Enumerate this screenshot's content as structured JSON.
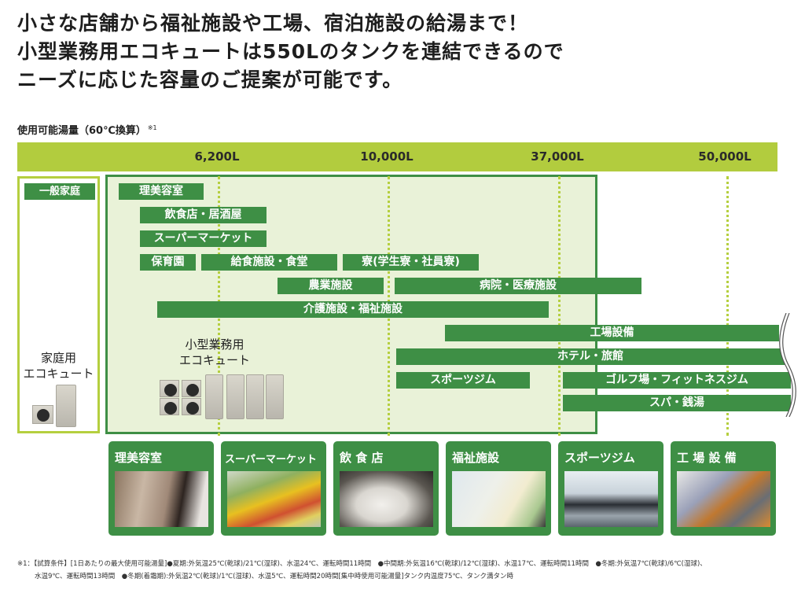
{
  "headline": {
    "lines": [
      "小さな店舗から福祉施設や工場、宿泊施設の給湯まで！",
      "小型業務用エコキュートは550Lのタンクを連結できるので",
      "ニーズに応じた容量のご提案が可能です。"
    ]
  },
  "chart_label": {
    "text": "使用可能湯量（60℃換算）",
    "note": "※1"
  },
  "scale": {
    "ticks": [
      "6,200L",
      "10,000L",
      "37,000L",
      "50,000L"
    ],
    "bar_color": "#b2cc3e"
  },
  "home_section": {
    "tag": "一般家庭",
    "caption_line1": "家庭用",
    "caption_line2": "エコキュート",
    "border_color": "#b5cf3f"
  },
  "business_section": {
    "caption_line1": "小型業務用",
    "caption_line2": "エコキュート",
    "border_color": "#3e8f45",
    "fill_color": "#e9f2d8"
  },
  "facility_bars": [
    {
      "label": "理美容室",
      "range": "～6,200L"
    },
    {
      "label": "飲食店・居酒屋",
      "range": "～10,000L未満"
    },
    {
      "label": "スーパーマーケット",
      "range": "～10,000L未満"
    },
    {
      "label": "保育園",
      "range": "～6,200L"
    },
    {
      "label": "給食施設・食堂",
      "range": "～10,000L未満"
    },
    {
      "label": "寮(学生寮・社員寮)",
      "range": "～10,000L超"
    },
    {
      "label": "農業施設",
      "range": "～10,000L"
    },
    {
      "label": "病院・医療施設",
      "range": "10,000L～37,000L超"
    },
    {
      "label": "介護施設・福祉施設",
      "range": "～37,000L"
    },
    {
      "label": "工場設備",
      "range": "～50,000L以上"
    },
    {
      "label": "ホテル・旅館",
      "range": "10,000L～50,000L以上"
    },
    {
      "label": "スポーツジム",
      "range": "10,000L～37,000L未満"
    },
    {
      "label": "ゴルフ場・フィットネスジム",
      "range": "37,000L～50,000L以上"
    },
    {
      "label": "スパ・銭湯",
      "range": "37,000L～50,000L以上"
    }
  ],
  "bar_color": "#3e8f45",
  "cards": [
    {
      "title": "理美容室",
      "photo": "hair-salon-photo"
    },
    {
      "title": "スーパーマーケット",
      "photo": "supermarket-photo"
    },
    {
      "title": "飲 食 店",
      "photo": "restaurant-photo"
    },
    {
      "title": "福祉施設",
      "photo": "welfare-facility-photo"
    },
    {
      "title": "スポーツジム",
      "photo": "sports-gym-photo"
    },
    {
      "title": "工 場 設 備",
      "photo": "factory-photo"
    }
  ],
  "footnote": {
    "line1": "※1：【試算条件】[1日あたりの最大使用可能湯量]●夏期:外気温25℃(乾球)/21℃(湿球)、水温24℃、運転時間11時間　●中間期:外気温16℃(乾球)/12℃(湿球)、水温17℃、運転時間11時間　●冬期:外気温7℃(乾球)/6℃(湿球)、",
    "line2": "水温9℃、運転時間13時間　●冬期(着霜期):外気温2℃(乾球)/1℃(湿球)、水温5℃、運転時間20時間[集中時使用可能湯量]タンク内温度75℃、タンク満タン時"
  }
}
